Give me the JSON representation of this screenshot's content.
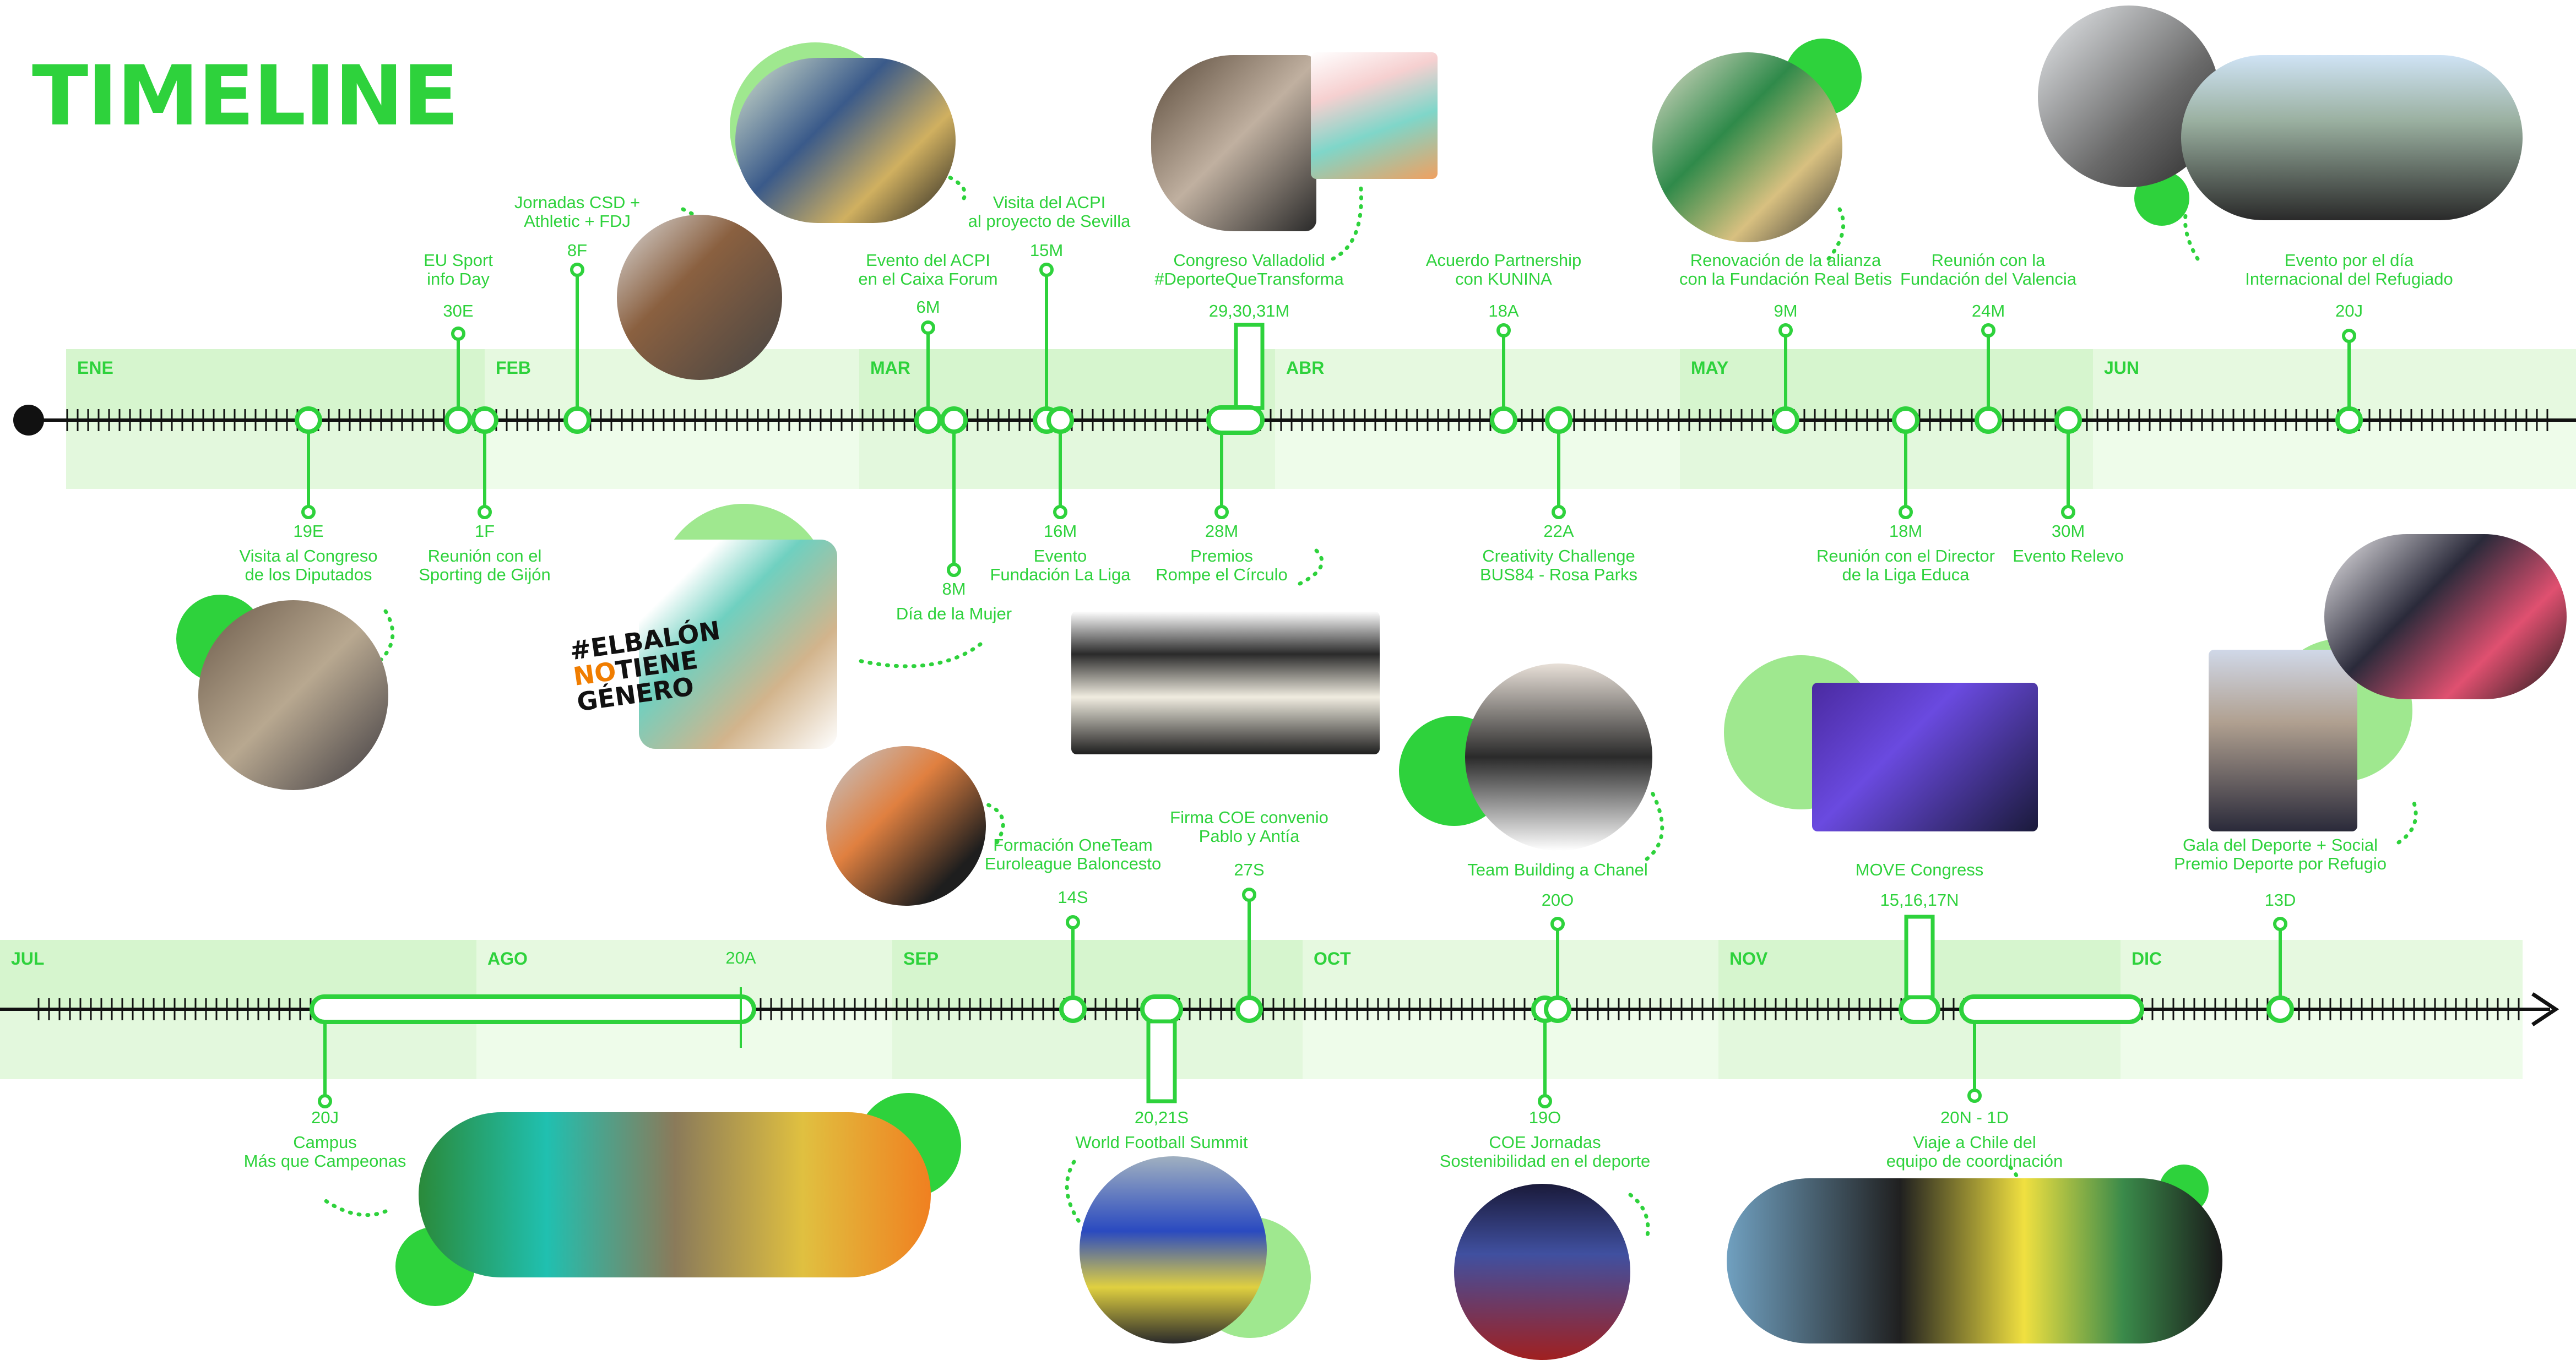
{
  "title": "TIMELINE",
  "colors": {
    "accent": "#2ed23c",
    "light_band": "#eafbe6",
    "axis": "#111111",
    "blob": "#9fe88f"
  },
  "months_top": [
    "ENE",
    "FEB",
    "MAR",
    "ABR",
    "MAY",
    "JUN"
  ],
  "months_bottom": [
    "JUL",
    "AGO",
    "SEP",
    "OCT",
    "NOV",
    "DIC"
  ],
  "events_top": [
    {
      "date": "19E",
      "label": [
        "Visita al Congreso",
        "de los Diputados"
      ]
    },
    {
      "date": "30E",
      "label": [
        "EU Sport",
        "info Day"
      ]
    },
    {
      "date": "1F",
      "label": [
        "Reunión con el",
        "Sporting de Gijón"
      ]
    },
    {
      "date": "8F",
      "label": [
        "Jornadas CSD +",
        "Athletic + FDJ"
      ]
    },
    {
      "date": "6M",
      "label": [
        "Evento del ACPI",
        "en el Caixa Forum"
      ]
    },
    {
      "date": "8M",
      "label": [
        "Día de la Mujer"
      ]
    },
    {
      "date": "15M",
      "label": []
    },
    {
      "date": "16M",
      "label": [
        "Evento",
        "Fundación La Liga"
      ]
    },
    {
      "date": "28M",
      "label": [
        "Premios",
        "Rompe el Círculo"
      ]
    },
    {
      "date": "29,30,31M",
      "label": [
        "Congreso Valladolid",
        "#DeporteQueTransforma"
      ]
    },
    {
      "date": "18A",
      "label": [
        "Acuerdo Partnership",
        "con KUNINA"
      ]
    },
    {
      "date": "22A",
      "label": [
        "Creativity Challenge",
        "BUS84 - Rosa Parks"
      ]
    },
    {
      "date": "9M",
      "label": [
        "Renovación de la alianza",
        "con la Fundación Real Betis"
      ]
    },
    {
      "date": "18M",
      "label": [
        "Reunión con el Director",
        "de la Liga Educa"
      ]
    },
    {
      "date": "24M",
      "label": [
        "Reunión con la",
        "Fundación del Valencia"
      ]
    },
    {
      "date": "30M",
      "label": [
        "Evento Relevo"
      ]
    },
    {
      "date": "20J",
      "label": [
        "Evento por el día",
        "Internacional del Refugiado"
      ]
    }
  ],
  "extra_top_label": [
    "Visita del ACPI",
    "al proyecto de Sevilla"
  ],
  "events_bottom": [
    {
      "date": "20J",
      "label": [
        "Campus",
        "Más que Campeonas"
      ]
    },
    {
      "date": "20A",
      "label": []
    },
    {
      "date": "14S",
      "label": [
        "Formación OneTeam",
        "Euroleague Baloncesto"
      ]
    },
    {
      "date": "20,21S",
      "label": [
        "World Football Summit"
      ]
    },
    {
      "date": "27S",
      "label": [
        "Firma COE convenio",
        "Pablo y Antía"
      ]
    },
    {
      "date": "19O",
      "label": [
        "COE Jornadas",
        "Sostenibilidad en el deporte"
      ]
    },
    {
      "date": "20O",
      "label": [
        "Team Building a Chanel"
      ]
    },
    {
      "date": "15,16,17N",
      "label": [
        "MOVE Congress"
      ]
    },
    {
      "date": "20N - 1D",
      "label": [
        "Viaje a Chile del",
        "equipo de coordinación"
      ]
    },
    {
      "date": "13D",
      "label": [
        "Gala del Deporte + Social",
        "Premio Deporte por Refugio"
      ]
    }
  ],
  "badge": {
    "line1": "#ELBALÓN",
    "line2_no": "NO",
    "line2_rest": "TIENE",
    "line3": "GÉNERO"
  }
}
